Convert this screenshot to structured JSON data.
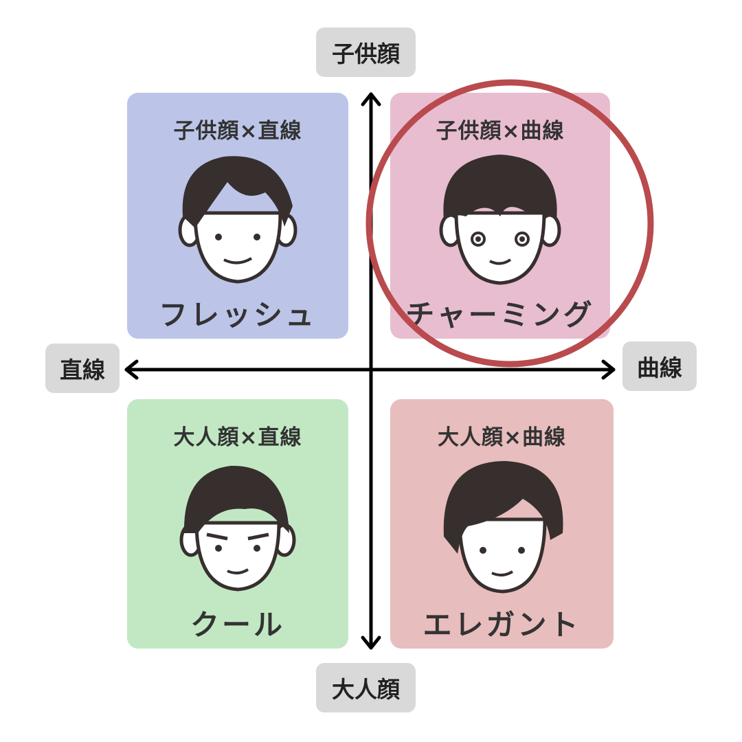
{
  "axes": {
    "top": "子供顔",
    "bottom": "大人顔",
    "left": "直線",
    "right": "曲線"
  },
  "quadrants": [
    {
      "title": "子供顔×直線",
      "name": "フレッシュ",
      "color": "#bcc5e8"
    },
    {
      "title": "子供顔×曲線",
      "name": "チャーミング",
      "color": "#e8bdd0"
    },
    {
      "title": "大人顔×直線",
      "name": "クール",
      "color": "#c2e8c3"
    },
    {
      "title": "大人顔×曲線",
      "name": "エレガント",
      "color": "#e8bdbd"
    }
  ],
  "highlight_color": "#b94a4d",
  "highlighted_quadrant": "チャーミング"
}
